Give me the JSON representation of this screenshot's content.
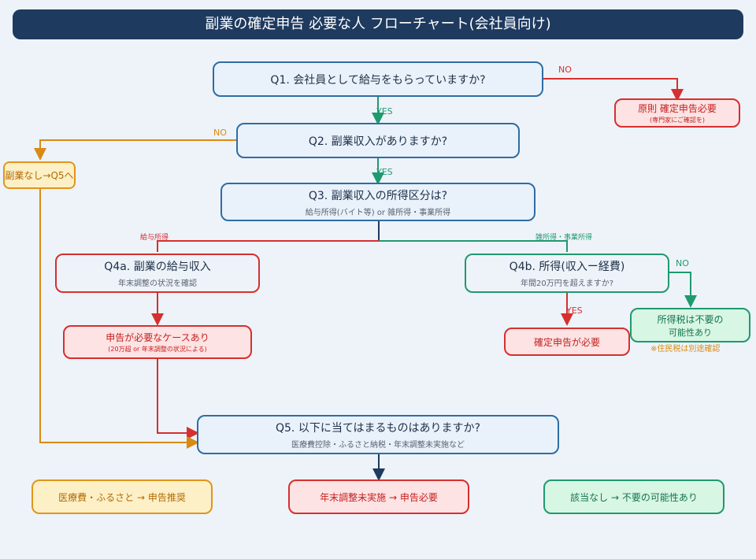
{
  "title": "副業の確定申告 必要な人 フローチャート(会社員向け)",
  "nodes": {
    "q1": {
      "main": "Q1. 会社員として給与をもらっていますか?"
    },
    "r_principle": {
      "main": "原則 確定申告必要",
      "sub": "(専門家にご確認を)"
    },
    "q2": {
      "main": "Q2. 副業収入がありますか?"
    },
    "r_nosub": {
      "main": "副業なし→Q5へ"
    },
    "q3": {
      "main": "Q3. 副業収入の所得区分は?",
      "sub": "給与所得(バイト等) or 雑所得・事業所得"
    },
    "q4a": {
      "main": "Q4a. 副業の給与収入",
      "sub": "年末調整の状況を確認"
    },
    "q4b": {
      "main": "Q4b. 所得(収入ー経費)",
      "sub": "年間20万円を超えますか?"
    },
    "r_case": {
      "main": "申告が必要なケースあり",
      "sub": "(20万超 or 年末調整の状況による)"
    },
    "r_required": {
      "main": "確定申告が必要"
    },
    "r_notax": {
      "main": "所得税は不要の",
      "main2": "可能性あり",
      "note": "※住民税は別途確認"
    },
    "q5": {
      "main": "Q5. 以下に当てはまるものはありますか?",
      "sub": "医療費控除・ふるさと納税・年末調整未実施など"
    },
    "o_medical": {
      "main": "医療費・ふるさと → 申告推奨"
    },
    "o_yearend": {
      "main": "年末調整未実施 → 申告必要"
    },
    "o_none": {
      "main": "該当なし → 不要の可能性あり"
    }
  },
  "labels": {
    "q1_no": "NO",
    "q1_yes": "YES",
    "q2_no": "NO",
    "q2_yes": "YES",
    "q3_salary": "給与所得",
    "q3_misc": "雑所得・事業所得",
    "q4b_no": "NO",
    "q4b_yes": "YES"
  },
  "colors": {
    "navy": "#1e3a5f",
    "blue": "#2e6da4",
    "red": "#d62f2f",
    "green": "#1f9a6e",
    "orange": "#d98a15"
  }
}
